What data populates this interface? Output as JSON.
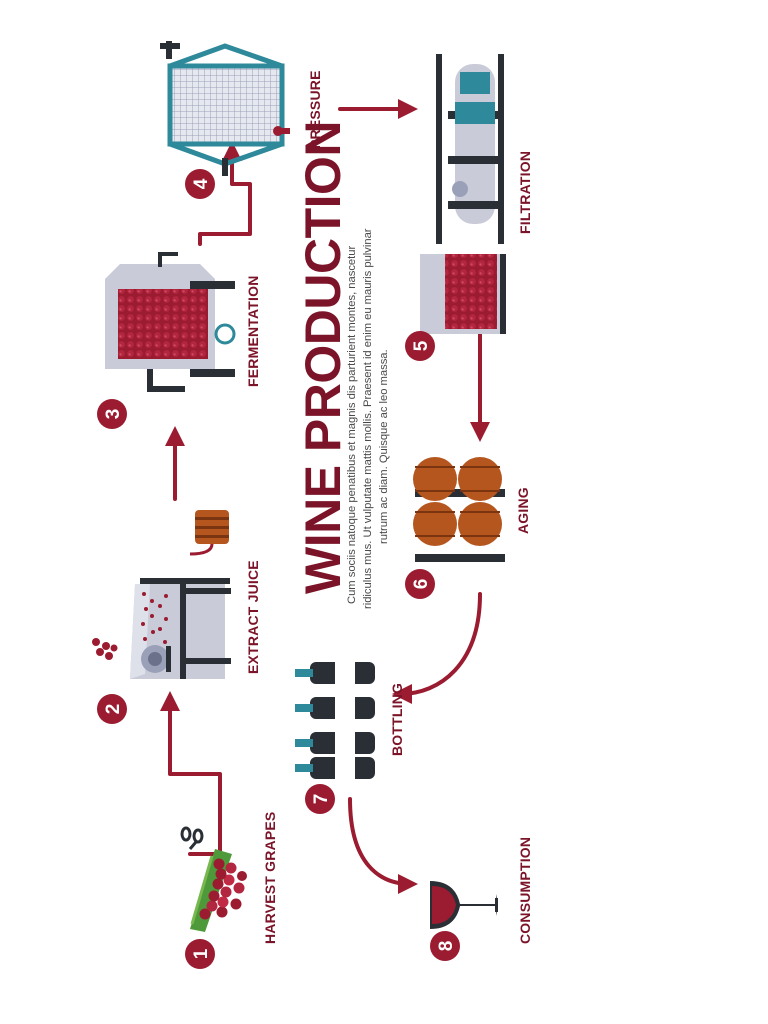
{
  "title": "WINE PRODUCTION",
  "description": [
    "Cum sociis natoque penatibus et magnis dis parturient montes, nascetur",
    "ridiculus mus. Ut vulputate mattis mollis. Praesent id enim eu mauris pulvinar",
    "rutrum ac diam. Quisque ac leo massa."
  ],
  "steps": [
    {
      "number": "1",
      "label": "HARVEST GRAPES"
    },
    {
      "number": "2",
      "label": "EXTRACT JUICE"
    },
    {
      "number": "3",
      "label": "FERMENTATION"
    },
    {
      "number": "4",
      "label": "PRESSURE"
    },
    {
      "number": "5",
      "label": "FILTRATION"
    },
    {
      "number": "6",
      "label": "AGING"
    },
    {
      "number": "7",
      "label": "BOTTLING"
    },
    {
      "number": "8",
      "label": "CONSUMPTION"
    }
  ],
  "colors": {
    "accent": "#9b1b30",
    "label": "#7b1428",
    "steel": "#c9cbd8",
    "dark": "#2a2f36",
    "teal": "#2e8a9a",
    "wood": "#b5561f"
  }
}
